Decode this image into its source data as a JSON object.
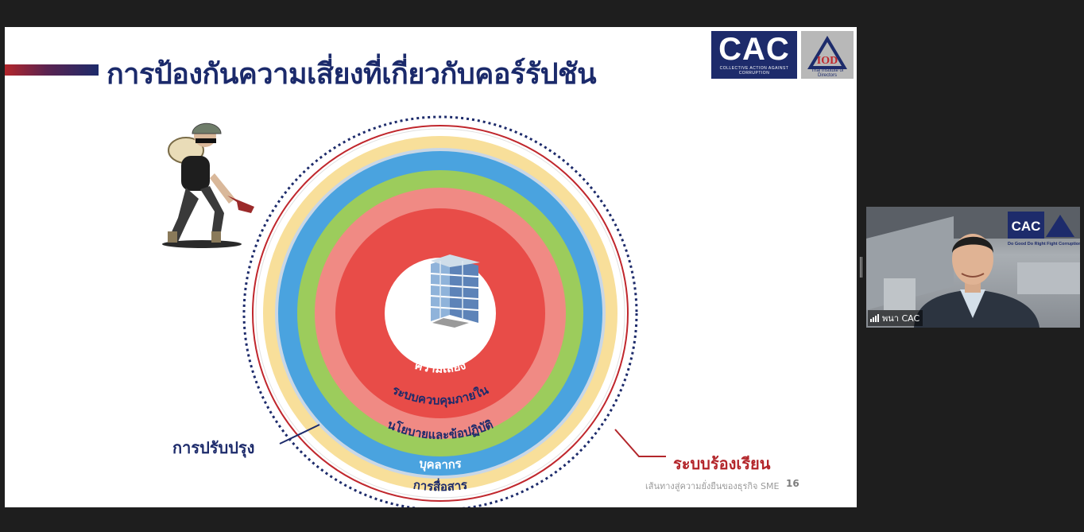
{
  "slide": {
    "title": "การป้องกันความเสี่ยงที่เกี่ยวกับคอร์รัปชัน",
    "logos": {
      "cac_text": "CAC",
      "cac_subtext": "COLLECTIVE ACTION AGAINST CORRUPTION",
      "iod_text": "IOD",
      "iod_caption": "Thai Institute of Directors"
    },
    "rings": [
      {
        "label": "ความเสี่ยง",
        "color": "#e84c48"
      },
      {
        "label": "ระบบควบคุมภายใน",
        "color": "#f08a84"
      },
      {
        "label": "นโยบายและข้อปฏิบัติ",
        "color": "#9ccc5c"
      },
      {
        "label": "บุคลากร",
        "color": "#4aa3df"
      },
      {
        "label": "การสื่อสาร",
        "color": "#f8df9a"
      }
    ],
    "side_labels": {
      "improve": "การปรับปรุง",
      "complaint": "ระบบร้องเรียน"
    },
    "footer": "เส้นทางสู่ความยั่งยืนของธุรกิจ SME",
    "page_number": "16",
    "colors": {
      "navy": "#1d2b6b",
      "red": "#b3262b"
    }
  },
  "video": {
    "participant_name": "พนา CAC",
    "background_logo_text": "CAC",
    "background_slogan": "Do Good  Do Right  Fight Corruption",
    "icons": [
      "signal-bars-icon"
    ]
  }
}
